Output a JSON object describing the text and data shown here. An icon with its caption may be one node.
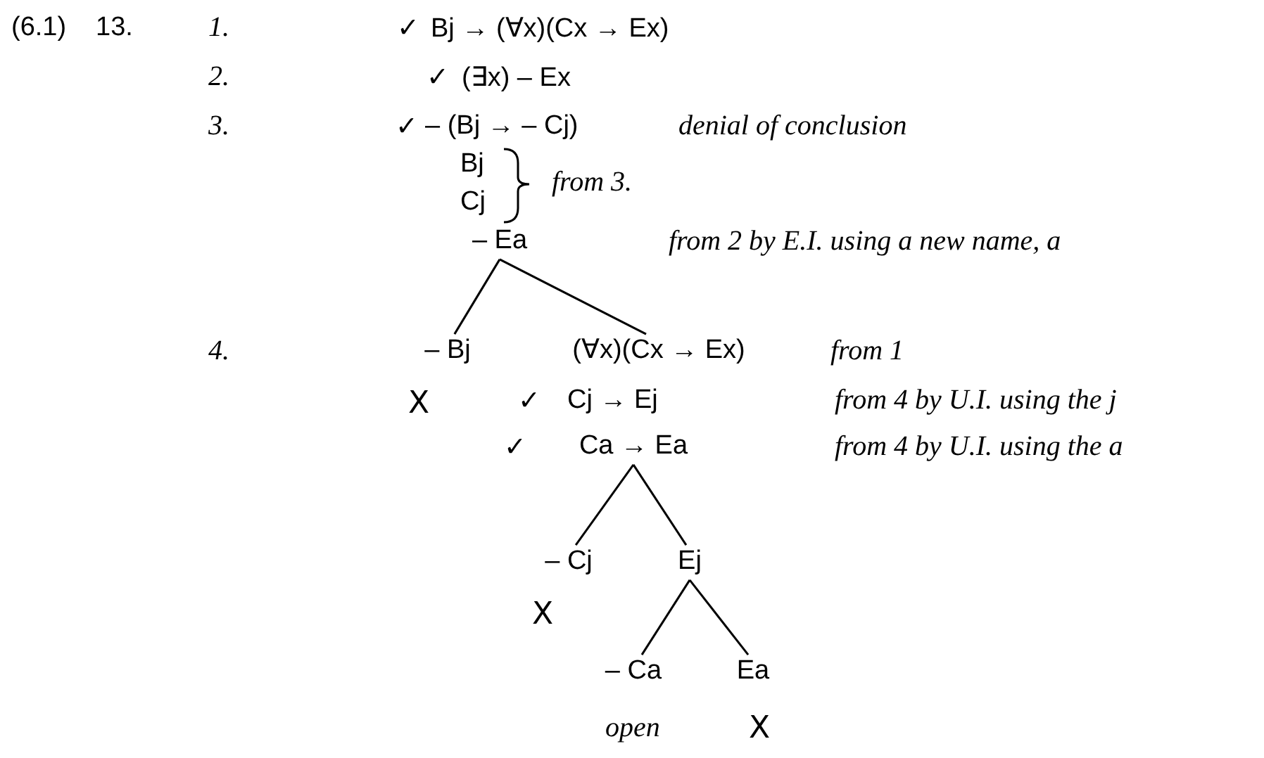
{
  "diagram": {
    "nodes": [
      {
        "text": [
          "– Ea"
        ]
      },
      {
        "text": [
          "– Bj"
        ]
      },
      {
        "text": [
          "(∀x)(Cx → Ex)"
        ]
      },
      {
        "text": [
          "Ca → Ea"
        ]
      },
      {
        "text": [
          "– Cj"
        ]
      },
      {
        "text": [
          "Ej"
        ]
      },
      {
        "text": [
          "– Ca"
        ]
      },
      {
        "text": [
          "Ea"
        ]
      }
    ],
    "edges": [
      {
        "from": 0,
        "to": 1,
        "arrow": "none"
      },
      {
        "from": 0,
        "to": 2,
        "arrow": "none"
      },
      {
        "from": 3,
        "to": 4,
        "arrow": "none"
      },
      {
        "from": 3,
        "to": 5,
        "arrow": "none"
      },
      {
        "from": 5,
        "to": 6,
        "arrow": "none"
      },
      {
        "from": 5,
        "to": 7,
        "arrow": "none"
      }
    ],
    "labels": [
      "(6.1)",
      "13.",
      "1.",
      "✓",
      "Bj → (∀x)(Cx → Ex)",
      "2.",
      "✓",
      "(∃x) – Ex",
      "3.",
      "✓",
      "– (Bj → – Cj)",
      "denial of conclusion",
      "Bj",
      "Cj",
      "from 3.",
      "from 2 by E.I. using a new name, a",
      "4.",
      "from 1",
      "X",
      "✓",
      "Cj → Ej",
      "from 4 by U.I. using the j",
      "✓",
      "from 4 by U.I. using the  a",
      "X",
      "open",
      "X"
    ]
  }
}
